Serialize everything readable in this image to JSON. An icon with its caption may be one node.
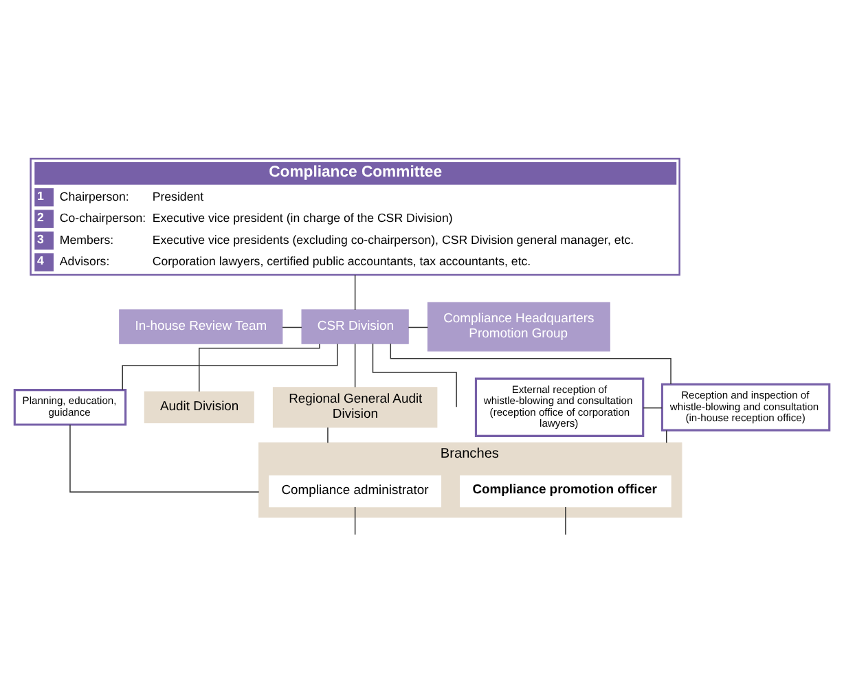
{
  "diagram": {
    "nodes": [
      {
        "text": [
          "Compliance Committee",
          "1",
          "Chairperson:",
          "President",
          "2",
          "Co-chairperson:",
          "Executive vice president (in charge of the CSR Division)",
          "3",
          "Members:",
          "Executive vice presidents (excluding co-chairperson), CSR Division general manager, etc.",
          "4",
          "Advisors:",
          "Corporation lawyers, certified public accountants, tax accountants, etc."
        ]
      },
      {
        "text": [
          "In-house Review Team"
        ]
      },
      {
        "text": [
          "CSR Division"
        ]
      },
      {
        "text": [
          "Compliance Headquarters Promotion Group"
        ]
      },
      {
        "text": [
          "External reception of whistle-blowing and consultation (reception office of corporation lawyers)"
        ]
      },
      {
        "text": [
          "Reception and inspection of whistle-blowing and consultation (in-house reception office)"
        ]
      },
      {
        "text": [
          "Planning, education, guidance"
        ]
      },
      {
        "text": [
          "Audit Division"
        ]
      },
      {
        "text": [
          "Regional General Audit Division"
        ]
      },
      {
        "text": [
          "Branches"
        ]
      },
      {
        "text": [
          "Compliance administrator"
        ],
        "in": 9
      },
      {
        "text": [
          "Compliance promotion officer"
        ],
        "in": 9
      }
    ],
    "edges": [
      {
        "from": 0,
        "to": 2,
        "arrow": "none"
      },
      {
        "from": 1,
        "to": 2,
        "arrow": "none"
      },
      {
        "from": 2,
        "to": 3,
        "arrow": "none"
      },
      {
        "from": 2,
        "to": 5,
        "arrow": "none"
      },
      {
        "from": 2,
        "to": 6,
        "arrow": "none"
      },
      {
        "from": 4,
        "to": 5,
        "arrow": "none"
      },
      {
        "from": 2,
        "to": 7,
        "arrow": "none"
      },
      {
        "from": 2,
        "to": 8,
        "arrow": "none"
      },
      {
        "from": 2,
        "to": null,
        "arrow": "none"
      },
      {
        "from": 5,
        "to": 9,
        "arrow": "none"
      },
      {
        "from": 6,
        "to": 9,
        "arrow": "none"
      },
      {
        "from": 8,
        "to": 9,
        "arrow": "none"
      },
      {
        "from": 10,
        "to": null,
        "arrow": "none"
      },
      {
        "from": 11,
        "to": null,
        "arrow": "none"
      }
    ]
  }
}
